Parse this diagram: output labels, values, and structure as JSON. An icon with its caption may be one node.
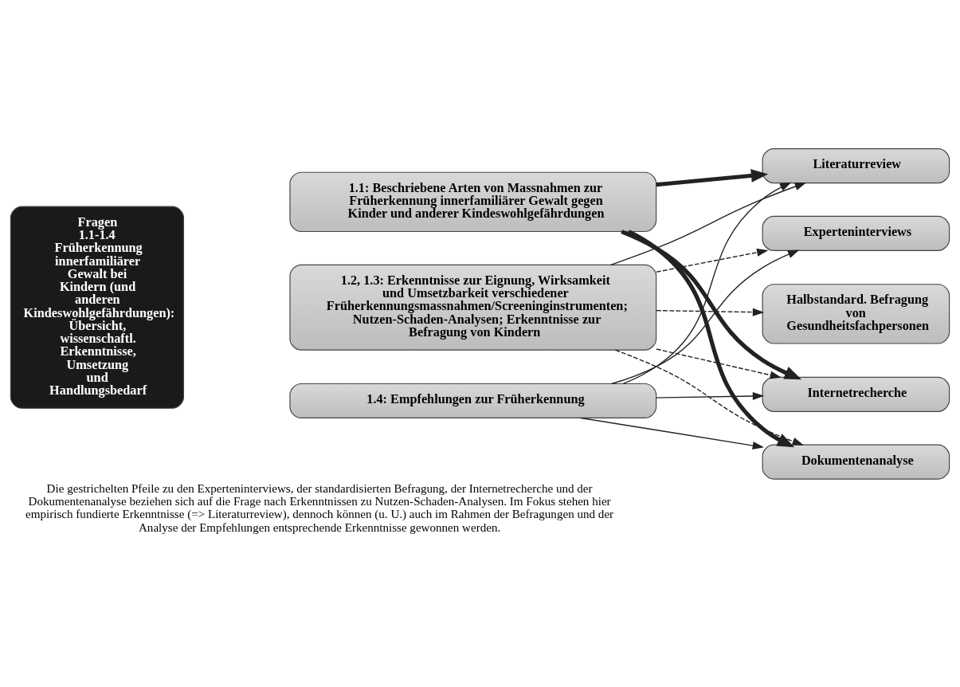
{
  "diagram": {
    "caption": "Die gestrichelten Pfeile zu den Experteninterviews, der standardisierten Befragung, der Internetrecherche und der Dokumentenanalyse beziehen sich auf die Frage nach Erkenntnissen zu Nutzen-Schaden-Analysen. Im Fokus stehen hier empirisch fundierte Erkenntnisse (=> Literaturreview), dennoch können (u. U.) auch im Rahmen der Befragungen und der Analyse der Empfehlungen entsprechende Erkenntnisse gewonnen werden.",
    "nodes": [
      {
        "text": [
          "Fragen 1.1-1.4 Früherkennung innerfamiliärer Gewalt bei Kindern (und anderen Kindeswohlgefährdungen): Übersicht, wissenschaftl. Erkenntnisse, Umsetzung und Handlungsbedarf"
        ]
      },
      {
        "text": [
          "1.1: Beschriebene Arten von Massnahmen zur Früherkennung innerfamiliärer Gewalt gegen Kinder und anderer Kindeswohlgefährdungen"
        ]
      },
      {
        "text": [
          "1.2, 1.3: Erkenntnisse zur Eignung, Wirksamkeit und Umsetzbarkeit verschiedener Früherkennungsmassnahmen/Screeninginstrumenten; Nutzen-Schaden-Analysen; Erkenntnisse zur Befragung von Kindern"
        ]
      },
      {
        "text": [
          "1.4: Empfehlungen zur Früherkennung"
        ]
      },
      {
        "text": [
          "Literaturreview"
        ]
      },
      {
        "text": [
          "Experteninterviews"
        ]
      },
      {
        "text": [
          "Halbstandard. Befragung von Gesundheitsfachpersonen"
        ]
      },
      {
        "text": [
          "Internetrecherche"
        ]
      },
      {
        "text": [
          "Dokumentenanalyse"
        ]
      }
    ],
    "edges": [
      {
        "from": 1,
        "to": 4,
        "arrow": "to",
        "style": "thick"
      },
      {
        "from": 1,
        "to": 7,
        "arrow": "to",
        "style": "thick"
      },
      {
        "from": 1,
        "to": 8,
        "arrow": "to",
        "style": "thick"
      },
      {
        "from": 2,
        "to": 4,
        "arrow": "to"
      },
      {
        "from": 2,
        "to": 5,
        "arrow": "to",
        "style": "dashed"
      },
      {
        "from": 2,
        "to": 6,
        "arrow": "to",
        "style": "dashed"
      },
      {
        "from": 2,
        "to": 7,
        "arrow": "to",
        "style": "dashed"
      },
      {
        "from": 2,
        "to": 8,
        "arrow": "to",
        "style": "dashed"
      },
      {
        "from": 3,
        "to": 4,
        "arrow": "to"
      },
      {
        "from": 3,
        "to": 5,
        "arrow": "to"
      },
      {
        "from": 3,
        "to": 7,
        "arrow": "to"
      },
      {
        "from": 3,
        "to": 8,
        "arrow": "to"
      }
    ]
  }
}
